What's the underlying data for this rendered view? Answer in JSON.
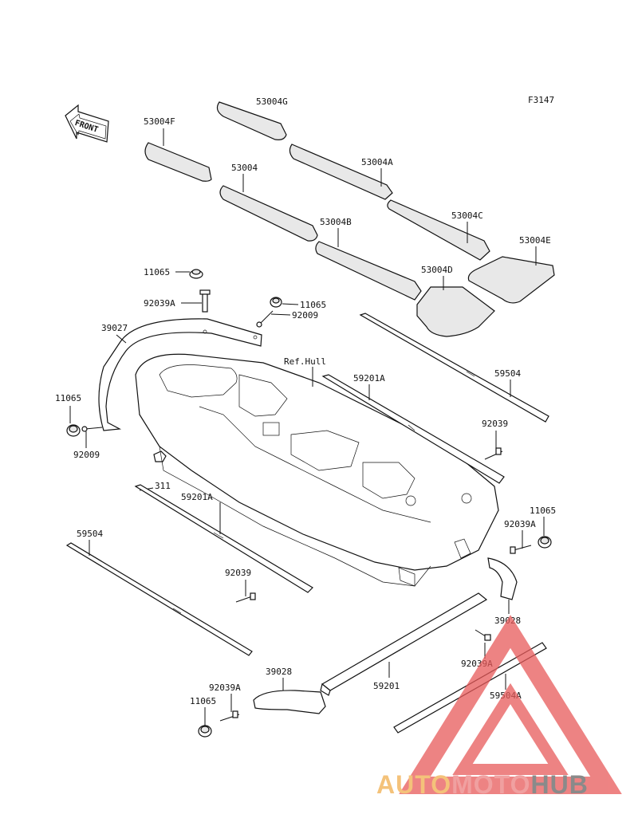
{
  "figure_code": "F3147",
  "front_arrow_label": "FRONT",
  "ref_hull_label": "Ref.Hull",
  "labels": {
    "p53004G": "53004G",
    "p53004F": "53004F",
    "p53004A": "53004A",
    "p53004": "53004",
    "p53004B": "53004B",
    "p53004C": "53004C",
    "p53004E": "53004E",
    "p53004D": "53004D",
    "p11065_top": "11065",
    "p92039A_top": "92039A",
    "p11065_mid": "11065",
    "p92009_mid": "92009",
    "p39027": "39027",
    "p11065_left": "11065",
    "p92009_left": "92009",
    "p59201A_right": "59201A",
    "p59504_right": "59504",
    "p92039_right": "92039",
    "p311": "311",
    "p59201A_left": "59201A",
    "p59504_left": "59504",
    "p11065_right": "11065",
    "p92039A_right": "92039A",
    "p92039_left": "92039",
    "p39028_right": "39028",
    "p39028_bottom": "39028",
    "p92039A_bottom": "92039A",
    "p59201": "59201",
    "p92039A_lower": "92039A",
    "p59504A": "59504A",
    "p11065_bottom": "11065"
  },
  "watermark": {
    "part1": "AUTO",
    "part2": "MOTO",
    "part3": "HUB",
    "color1": "#f4c27a",
    "color2": "#f0a0a0",
    "color3": "#8a8a8a",
    "triangle_color": "#e85a5a"
  }
}
